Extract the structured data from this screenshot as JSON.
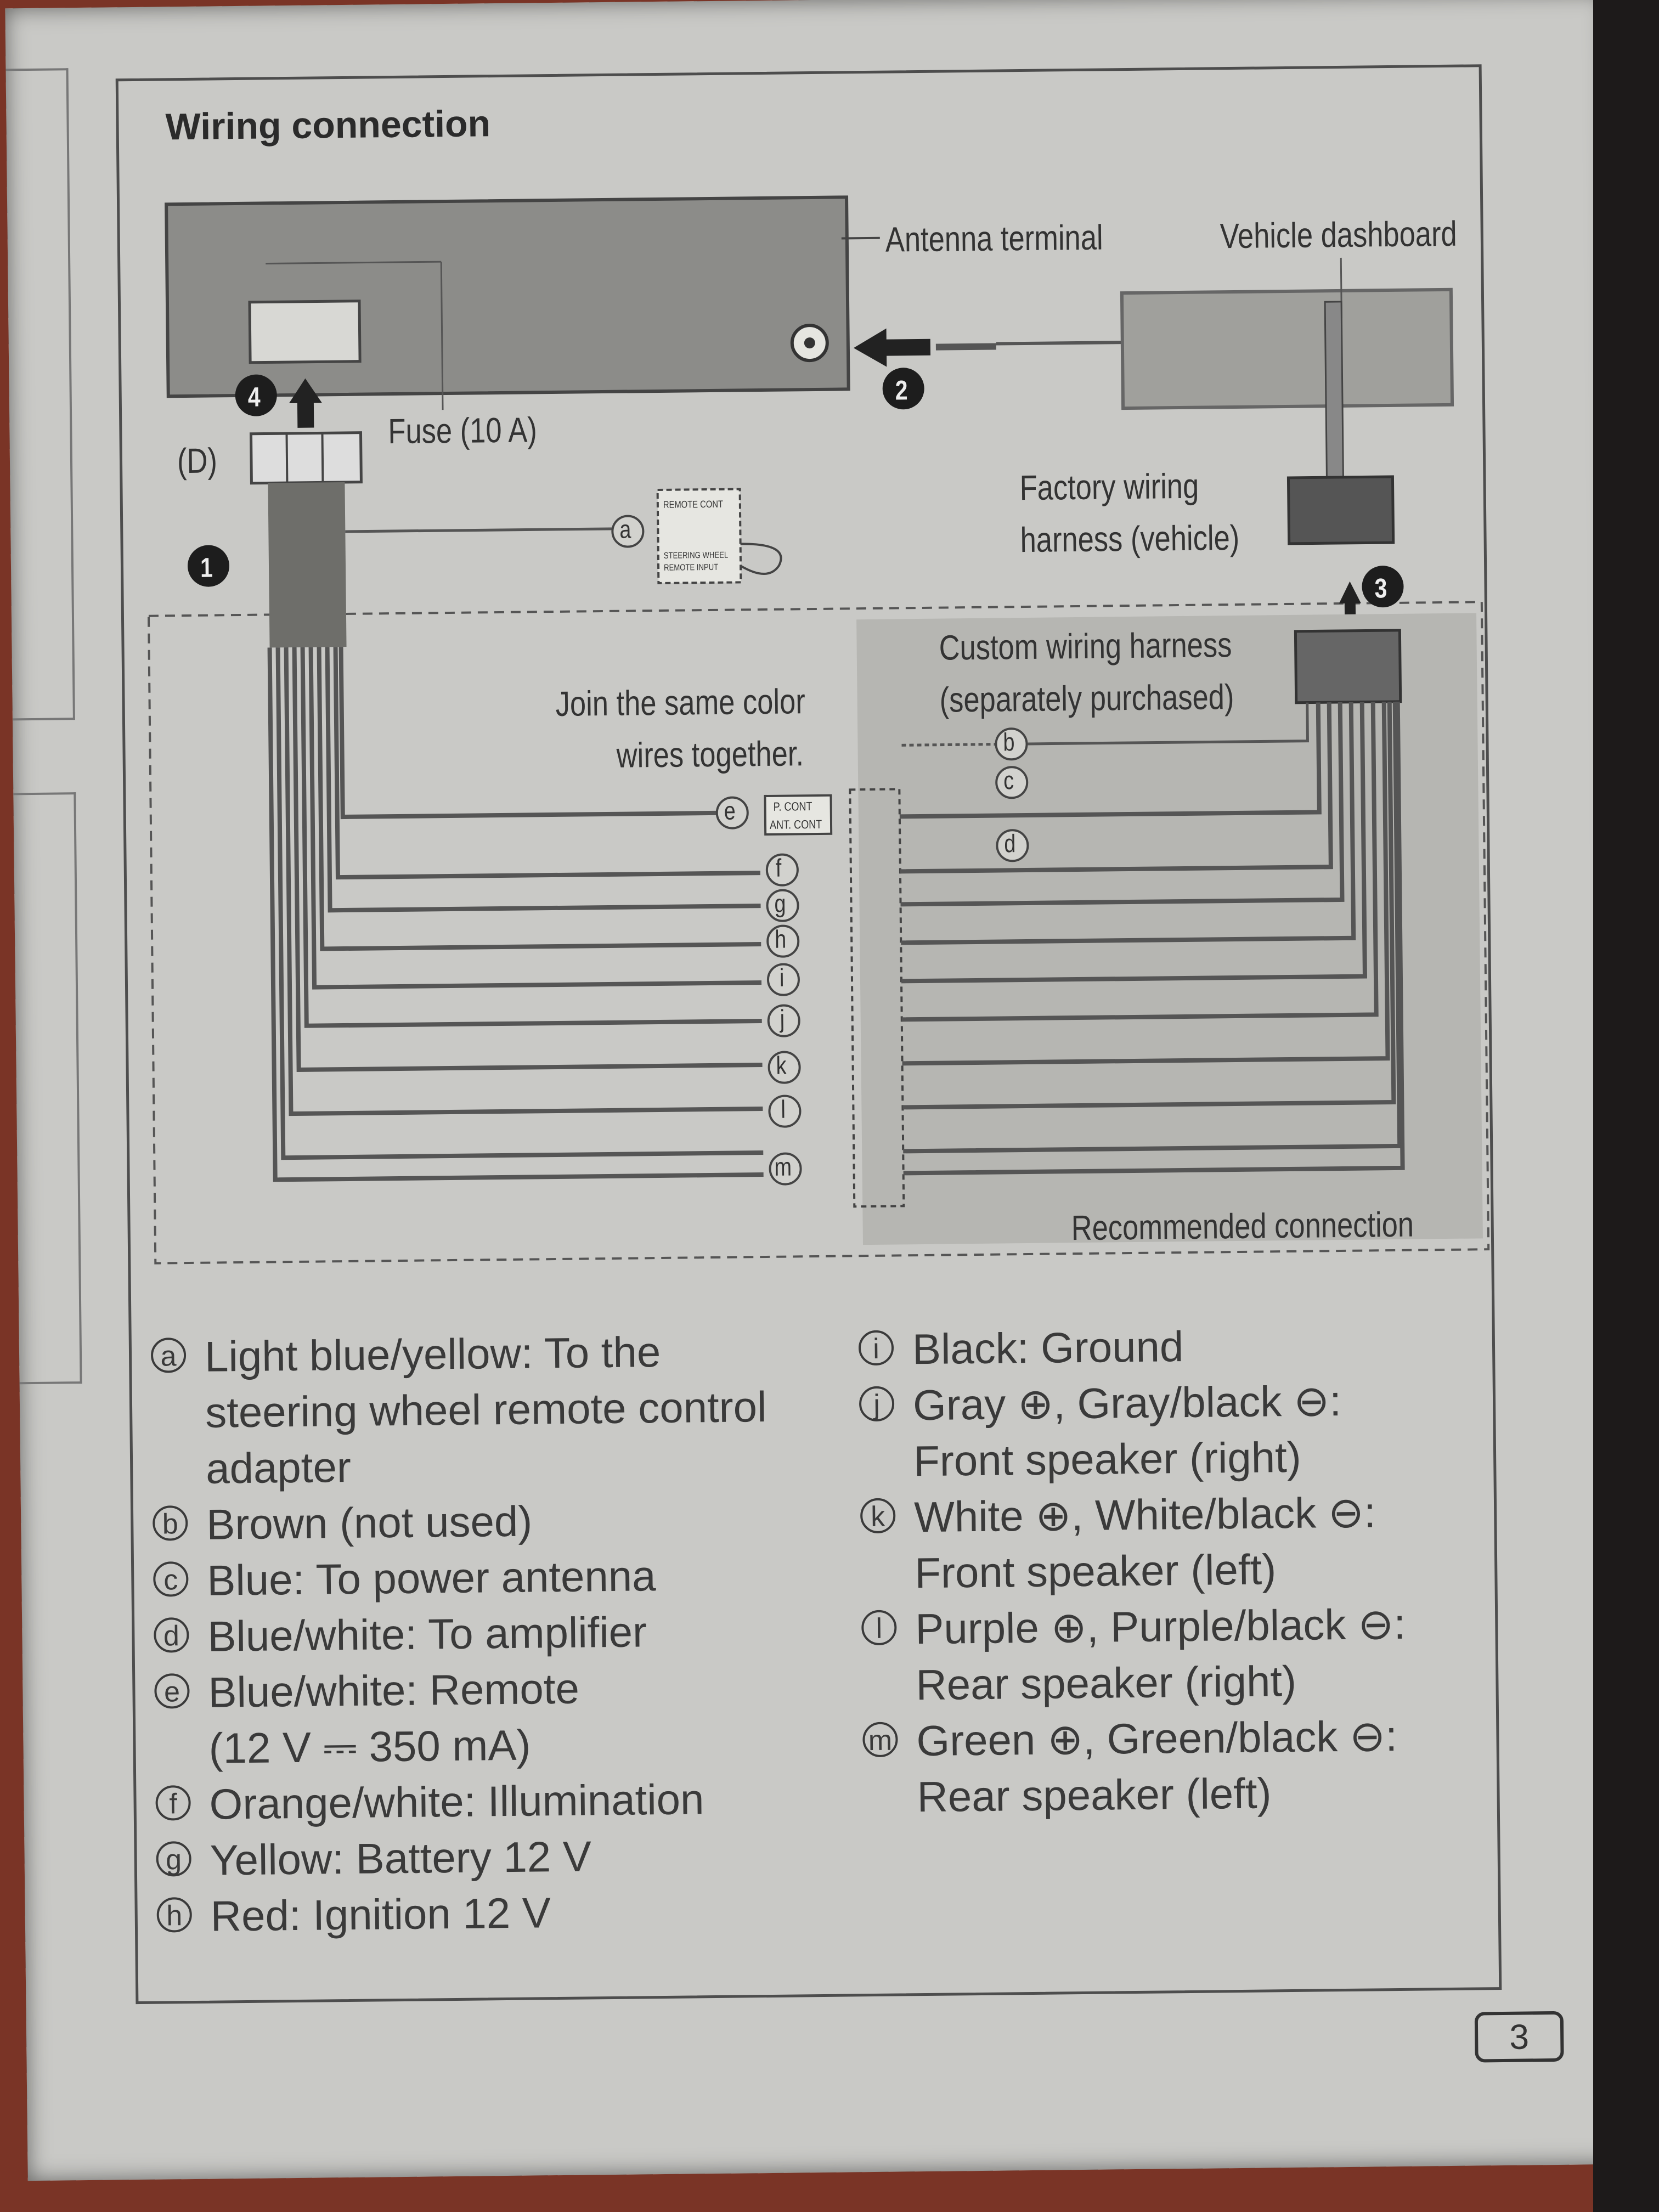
{
  "title": "Wiring connection",
  "labels": {
    "antenna_terminal": "Antenna terminal",
    "vehicle_dashboard": "Vehicle dashboard",
    "fuse": "Fuse (10 A)",
    "d_label": "(D)",
    "factory_wiring_1": "Factory wiring",
    "factory_wiring_2": "harness (vehicle)",
    "custom_harness_1": "Custom wiring harness",
    "custom_harness_2": "(separately purchased)",
    "join_1": "Join the same color",
    "join_2": "wires together.",
    "recommended": "Recommended connection",
    "remote_cont": "REMOTE CONT",
    "steering_wheel_1": "STEERING WHEEL",
    "steering_wheel_2": "REMOTE INPUT",
    "p_cont": "P. CONT",
    "ant_cont": "ANT. CONT",
    "step1": "1",
    "step2": "2",
    "step3": "3",
    "step4": "4"
  },
  "wire_letters": [
    "a",
    "b",
    "c",
    "d",
    "e",
    "f",
    "g",
    "h",
    "i",
    "j",
    "k",
    "l",
    "m"
  ],
  "legend_left": [
    {
      "letter": "a",
      "text": "Light blue/yellow: To the\nsteering wheel remote control\nadapter"
    },
    {
      "letter": "b",
      "text": "Brown (not used)"
    },
    {
      "letter": "c",
      "text": "Blue: To power antenna"
    },
    {
      "letter": "d",
      "text": "Blue/white: To amplifier"
    },
    {
      "letter": "e",
      "text": "Blue/white: Remote\n(12 V ⎓ 350 mA)"
    },
    {
      "letter": "f",
      "text": "Orange/white: Illumination"
    },
    {
      "letter": "g",
      "text": "Yellow: Battery 12 V"
    },
    {
      "letter": "h",
      "text": "Red: Ignition 12 V"
    }
  ],
  "legend_right": [
    {
      "letter": "i",
      "text": "Black: Ground"
    },
    {
      "letter": "j",
      "text": "Gray ⊕, Gray/black ⊖:\nFront speaker (right)"
    },
    {
      "letter": "k",
      "text": "White ⊕, White/black ⊖:\nFront speaker (left)"
    },
    {
      "letter": "l",
      "text": "Purple ⊕, Purple/black ⊖:\nRear speaker (right)"
    },
    {
      "letter": "m",
      "text": "Green ⊕, Green/black ⊖:\nRear speaker (left)"
    }
  ],
  "page_number": "3"
}
